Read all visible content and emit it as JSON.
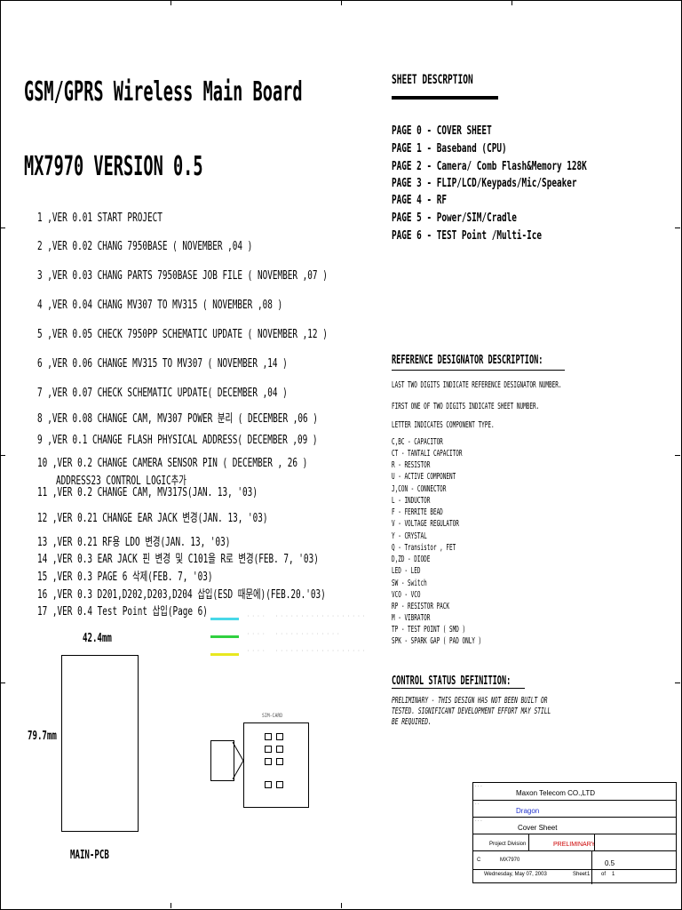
{
  "title": "GSM/GPRS Wireless Main Board",
  "version": "MX7970 VERSION 0.5",
  "revisions": [
    "1 ,VER 0.01 START PROJECT",
    "2 ,VER 0.02 CHANG 7950BASE ( NOVEMBER ,04 )",
    "3 ,VER 0.03 CHANG PARTS 7950BASE JOB FILE ( NOVEMBER ,07 )",
    "4 ,VER 0.04 CHANG MV307 TO MV315 ( NOVEMBER ,08 )",
    "5 ,VER 0.05 CHECK 7950PP SCHEMATIC UPDATE ( NOVEMBER ,12 )",
    "6 ,VER 0.06 CHANGE MV315 TO MV307 ( NOVEMBER ,14 )",
    "7 ,VER 0.07 CHECK SCHEMATIC UPDATE( DECEMBER ,04 )",
    "8 ,VER 0.08 CHANGE CAM, MV307 POWER 분리 ( DECEMBER ,06 )",
    "9 ,VER 0.1 CHANGE FLASH PHYSICAL ADDRESS( DECEMBER ,09 )",
    "10 ,VER 0.2 CHANGE CAMERA SENSOR PIN ( DECEMBER , 26 )",
    "11 ,VER 0.2 CHANGE CAM, MV317S(JAN. 13, '03)",
    "12 ,VER 0.21 CHANGE EAR JACK 변경(JAN. 13, '03)",
    "13 ,VER 0.21 RF용 LDO 변경(JAN. 13, '03)",
    "14 ,VER 0.3 EAR JACK 핀 변경 및 C101을 R로 변경(FEB. 7, '03)",
    "15 ,VER 0.3 PAGE 6 삭제(FEB. 7, '03)",
    "16 ,VER 0.3 D201,D202,D203,D204 삽입(ESD 때문에)(FEB.20.'03)",
    "17 ,VER 0.4 Test Point 삽입(Page 6)"
  ],
  "revision_10_cont": "ADDRESS23 CONTROL LOGIC추가",
  "sheet_description": {
    "heading": "SHEET DESCRPTION",
    "pages": [
      "PAGE 0 - COVER SHEET",
      "PAGE 1 - Baseband (CPU)",
      "PAGE 2 - Camera/ Comb Flash&Memory 128K",
      "PAGE 3 - FLIP/LCD/Keypads/Mic/Speaker",
      "PAGE 4 - RF",
      "PAGE 5 - Power/SIM/Cradle",
      "PAGE 6 - TEST Point /Multi-Ice"
    ]
  },
  "reference": {
    "heading": "REFERENCE DESIGNATOR DESCRIPTION:",
    "notes": [
      "LAST TWO DIGITS INDICATE REFERENCE DESIGNATOR NUMBER.",
      "FIRST ONE OF TWO DIGITS INDICATE SHEET NUMBER.",
      "LETTER INDICATES COMPONENT TYPE."
    ],
    "items": [
      "C,BC - CAPACITOR",
      "CT - TANTALI CAPACITOR",
      "R - RESISTOR",
      "U - ACTIVE COMPONENT",
      "J,CON - CONNECTOR",
      "L - INDUCTOR",
      "F - FERRITE BEAD",
      "V - VOLTAGE REGULATOR",
      "Y - CRYSTAL",
      "Q - Transistor , FET",
      "D,ZD - DIODE",
      "LED - LED",
      "SW - Switch",
      "VCO - VCO",
      "RP - RESISTOR PACK",
      "M - VIBRATOR",
      "TP - TEST POINT ( SMD )",
      "SPK - SPARK GAP ( PAD ONLY )"
    ]
  },
  "control": {
    "heading": "CONTROL STATUS DEFINITION:",
    "lines": [
      "PRELIMINARY - THIS DESIGN HAS NOT BEEN BUILT OR",
      "TESTED. SIGNIFICANT DEVELOPMENT EFFORT MAY STILL",
      "BE REQUIRED."
    ]
  },
  "drawing": {
    "width_label": "42.4mm",
    "height_label": "79.7mm",
    "pcb_label": "MAIN-PCB",
    "sim_label": "SIM-CARD"
  },
  "legend": {
    "colors": [
      "#48d8e8",
      "#30d040",
      "#e8e820"
    ]
  },
  "title_block": {
    "company": "Maxon Telecom CO.,LTD",
    "project": "Dragon",
    "page_title": "Cover Sheet",
    "division": "Project Division",
    "status": "PRELIMINARY",
    "doc_number": "MX7970",
    "size": "C",
    "rev": "0.5",
    "date": "Wednesday, May 07, 2003",
    "sheet_word": "Sheet",
    "sheet": "1",
    "of_word": "of",
    "of": "1"
  }
}
